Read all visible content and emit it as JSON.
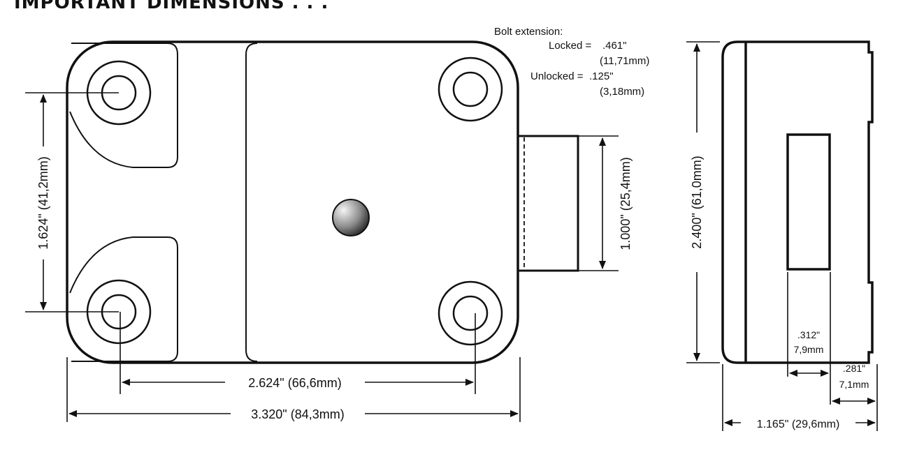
{
  "title": "IMPORTANT DIMENSIONS . . .",
  "bolt_extension": {
    "heading": "Bolt extension:",
    "locked_label": "Locked =",
    "locked_in": ".461\"",
    "locked_mm": "(11,71mm)",
    "unlocked_label": "Unlocked =",
    "unlocked_in": ".125\"",
    "unlocked_mm": "(3,18mm)"
  },
  "dimensions": {
    "hole_spacing_vertical": "1.624\" (41,2mm)",
    "hole_spacing_horizontal": "2.624\" (66,6mm)",
    "overall_width": "3.320\" (84,3mm)",
    "bolt_height": "1.000\" (25,4mm)",
    "overall_height": "2.400\" (61,0mm)",
    "slot_width_in": ".312\"",
    "slot_width_mm": "7,9mm",
    "slot_offset_in": ".281\"",
    "slot_offset_mm": "7,1mm",
    "overall_depth": "1.165\" (29,6mm)"
  },
  "colors": {
    "line": "#111111",
    "knob_light": "#f0f0f0",
    "knob_dark": "#111111"
  }
}
